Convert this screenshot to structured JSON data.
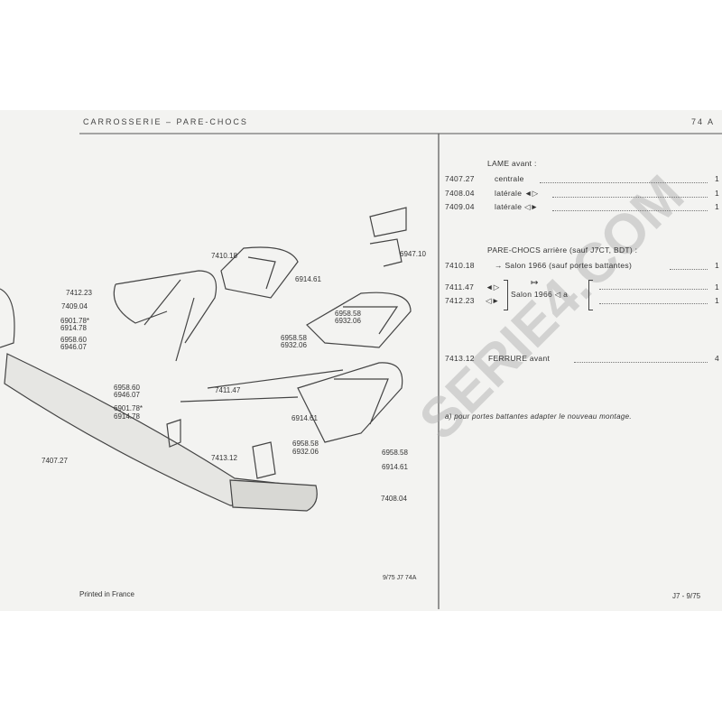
{
  "header": {
    "title": "CARROSSERIE  –  PARE-CHOCS",
    "page": "74 A"
  },
  "parts": {
    "section1_title": "LAME avant :",
    "rows1": [
      {
        "ref": "7407.27",
        "desc": "centrale",
        "qty": "1"
      },
      {
        "ref": "7408.04",
        "desc": "latérale ◄▷",
        "qty": "1"
      },
      {
        "ref": "7409.04",
        "desc": "latérale ◁►",
        "qty": "1"
      }
    ],
    "section2_title": "PARE-CHOCS arrière (sauf J7CT, BDT) :",
    "row_7410": {
      "ref": "7410.18",
      "desc": "→ Salon 1966 (sauf portes  battantes)",
      "qty": "1"
    },
    "row_7411": {
      "ref": "7411.47",
      "arrow": "◄▷",
      "qty": "1"
    },
    "row_7412": {
      "ref": "7412.23",
      "arrow": "◁►",
      "qty": "1"
    },
    "salon_group": "Salon 1966 ◁  a",
    "salon_arrow": "↦",
    "row_7413": {
      "ref": "7413.12",
      "desc": "FERRURE avant",
      "qty": "4"
    },
    "footnote": "a) pour portes battantes adapter le nouveau montage."
  },
  "diagram_labels": [
    "7410.18",
    "6947.10",
    "6914.61",
    "7412.23",
    "7409.04",
    "6958.58",
    "6932.06",
    "6901.78*",
    "6914.78",
    "6958.60",
    "6946.07",
    "6958.58",
    "6932.06",
    "6958.60",
    "6946.07",
    "7411.47",
    "6901.78*",
    "6914.78",
    "6914.61",
    "6958.58",
    "6932.06",
    "6958.58",
    "7413.12",
    "7407.27",
    "6914.61",
    "7408.04"
  ],
  "footer": {
    "ref": "9/75  J7  74A",
    "printed": "Printed in France",
    "page_code": "J7 - 9/75"
  },
  "watermark": "SERIE4.COM"
}
